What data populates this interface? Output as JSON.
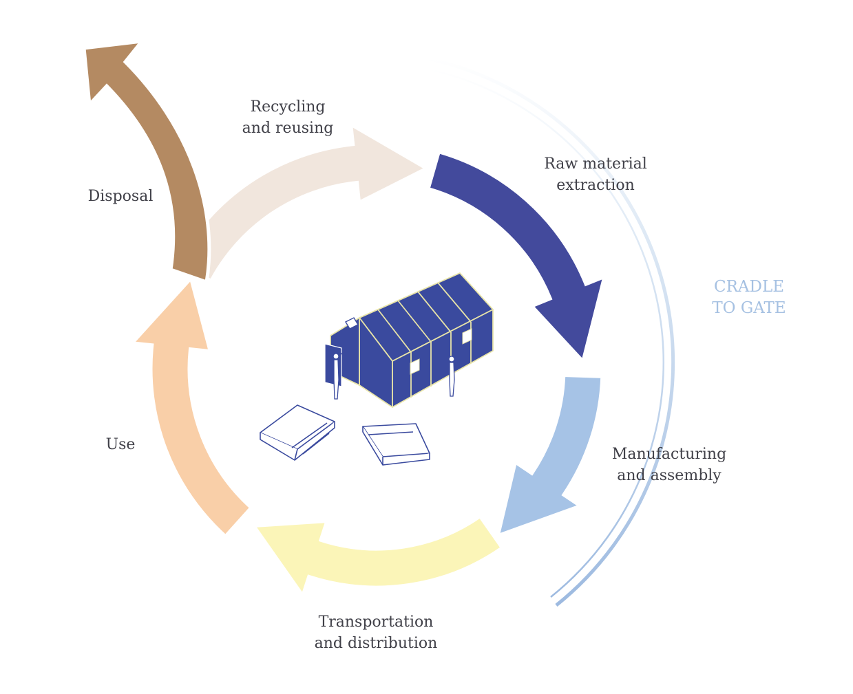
{
  "stages": [
    {
      "id": "recycling",
      "lines": [
        "Recycling",
        "and reusing"
      ],
      "color": "#f1e6dd"
    },
    {
      "id": "raw-material",
      "lines": [
        "Raw material",
        "extraction"
      ],
      "color": "#434a9c"
    },
    {
      "id": "manufacturing",
      "lines": [
        "Manufacturing",
        "and assembly"
      ],
      "color": "#a6c3e6"
    },
    {
      "id": "transportation",
      "lines": [
        "Transportation",
        "and distribution"
      ],
      "color": "#fbf5b8"
    },
    {
      "id": "use",
      "lines": [
        "Use"
      ],
      "color": "#f9cfa8"
    },
    {
      "id": "disposal",
      "lines": [
        "Disposal"
      ],
      "color": "#b48a62"
    }
  ],
  "scope": {
    "lines": [
      "CRADLE",
      "TO GATE"
    ],
    "color": "#a6c1e2"
  },
  "illustration": {
    "icon": "prefab-shelter-icon",
    "color": "#3a4a9e",
    "outline": "#e8e4a8"
  }
}
